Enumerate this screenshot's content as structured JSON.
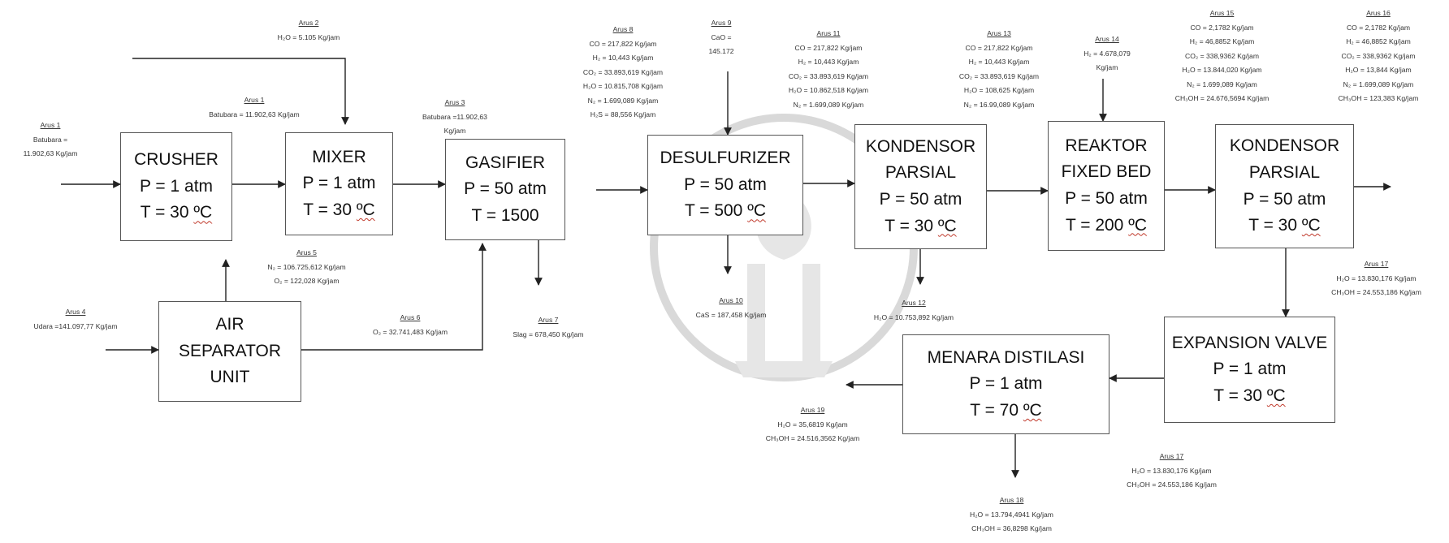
{
  "equipment": {
    "crusher": {
      "name": "CRUSHER",
      "p": "P = 1 atm",
      "t": "T = 30 ",
      "unit": "ºC"
    },
    "mixer": {
      "name": "MIXER",
      "p": "P = 1 atm",
      "t": "T = 30 ",
      "unit": "ºC"
    },
    "gasifier": {
      "name": "GASIFIER",
      "p": "P = 50 atm",
      "t": "T = 1500"
    },
    "desulfurizer": {
      "name": "DESULFURIZER",
      "p": "P = 50 atm",
      "t": "T = 500 ",
      "unit": "ºC"
    },
    "kondensor1": {
      "name1": "KONDENSOR",
      "name2": "PARSIAL",
      "p": "P = 50 atm",
      "t": "T = 30 ",
      "unit": "ºC"
    },
    "reaktor": {
      "name1": "REAKTOR",
      "name2": "FIXED BED",
      "p": "P = 50 atm",
      "t": "T = 200 ",
      "unit": "ºC"
    },
    "kondensor2": {
      "name1": "KONDENSOR",
      "name2": "PARSIAL",
      "p": "P = 50 atm",
      "t": "T = 30 ",
      "unit": "ºC"
    },
    "asu": {
      "name1": "AIR",
      "name2": "SEPARATOR",
      "name3": "UNIT"
    },
    "valve": {
      "name": "EXPANSION VALVE",
      "p": "P = 1 atm",
      "t": "T = 30 ",
      "unit": "ºC"
    },
    "distilasi": {
      "name": "MENARA DISTILASI",
      "p": "P = 1 atm",
      "t": "T = 70 ",
      "unit": "ºC"
    }
  },
  "streams": {
    "s1a": {
      "title": "Arus 1",
      "lines": [
        "Batubara =",
        "11.902,63 Kg/jam"
      ]
    },
    "s1b": {
      "title": "Arus 1",
      "lines": [
        "Batubara = 11.902,63 Kg/jam"
      ]
    },
    "s2": {
      "title": "Arus 2",
      "lines": [
        "H₂O = 5.105 Kg/jam"
      ]
    },
    "s3": {
      "title": "Arus 3",
      "lines": [
        "Batubara =11.902,63",
        "Kg/jam"
      ]
    },
    "s4": {
      "title": "Arus 4",
      "lines": [
        "Udara =141.097,77 Kg/jam"
      ]
    },
    "s5": {
      "title": "Arus 5",
      "lines": [
        "N₂ = 106.725,612 Kg/jam",
        "O₂ = 122,028 Kg/jam"
      ]
    },
    "s6": {
      "title": "Arus 6",
      "lines": [
        "O₂ = 32.741,483 Kg/jam"
      ]
    },
    "s7": {
      "title": "Arus 7",
      "lines": [
        "Slag = 678,450 Kg/jam"
      ]
    },
    "s8": {
      "title": "Arus 8",
      "lines": [
        "CO = 217,822 Kg/jam",
        "H₂ = 10,443 Kg/jam",
        "CO₂ = 33.893,619 Kg/jam",
        "H₂O = 10.815,708 Kg/jam",
        "N₂ = 1.699,089 Kg/jam",
        "H₂S = 88,556 Kg/jam"
      ]
    },
    "s9": {
      "title": "Arus 9",
      "lines": [
        "CaO =",
        "145.172"
      ]
    },
    "s10": {
      "title": "Arus 10",
      "lines": [
        "CaS = 187,458 Kg/jam"
      ]
    },
    "s11": {
      "title": "Arus 11",
      "lines": [
        "CO = 217,822 Kg/jam",
        "H₂ = 10,443 Kg/jam",
        "CO₂ = 33.893,619 Kg/jam",
        "H₂O = 10.862,518 Kg/jam",
        "N₂ = 1.699,089 Kg/jam"
      ]
    },
    "s12": {
      "title": "Arus 12",
      "lines": [
        "H₂O = 10.753,892 Kg/jam"
      ]
    },
    "s13": {
      "title": "Arus 13",
      "lines": [
        "CO = 217,822 Kg/jam",
        "H₂ = 10,443 Kg/jam",
        "CO₂ = 33.893,619 Kg/jam",
        "H₂O = 108,625 Kg/jam",
        "N₂ = 16.99,089 Kg/jam"
      ]
    },
    "s14": {
      "title": "Arus 14",
      "lines": [
        "H₂ = 4.678,079",
        "Kg/jam"
      ]
    },
    "s15": {
      "title": "Arus 15",
      "lines": [
        "CO = 2,1782 Kg/jam",
        "H₂ = 46,8852 Kg/jam",
        "CO₂ = 338,9362 Kg/jam",
        "H₂O = 13.844,020 Kg/jam",
        "N₂ = 1.699,089 Kg/jam",
        "CH₃OH = 24.676,5694 Kg/jam"
      ]
    },
    "s16": {
      "title": "Arus 16",
      "lines": [
        "CO = 2,1782 Kg/jam",
        "H₂ = 46,8852 Kg/jam",
        "CO₂ = 338,9362 Kg/jam",
        "H₂O = 13,844 Kg/jam",
        "N₂ = 1.699,089 Kg/jam",
        "CH₃OH = 123,383 Kg/jam"
      ]
    },
    "s17a": {
      "title": "Arus 17",
      "lines": [
        "H₂O = 13.830,176 Kg/jam",
        "CH₃OH = 24.553,186 Kg/jam"
      ]
    },
    "s17b": {
      "title": "Arus 17",
      "lines": [
        "H₂O = 13.830,176 Kg/jam",
        "CH₃OH = 24.553,186 Kg/jam"
      ]
    },
    "s18": {
      "title": "Arus 18",
      "lines": [
        "H₂O = 13.794,4941 Kg/jam",
        "CH₃OH = 36,8298 Kg/jam"
      ]
    },
    "s19": {
      "title": "Arus 19",
      "lines": [
        "H₂O = 35,6819 Kg/jam",
        "CH₃OH = 24.516,3562 Kg/jam"
      ]
    }
  },
  "colors": {
    "line": "#222222",
    "box_border": "#555555",
    "label": "#333333"
  }
}
